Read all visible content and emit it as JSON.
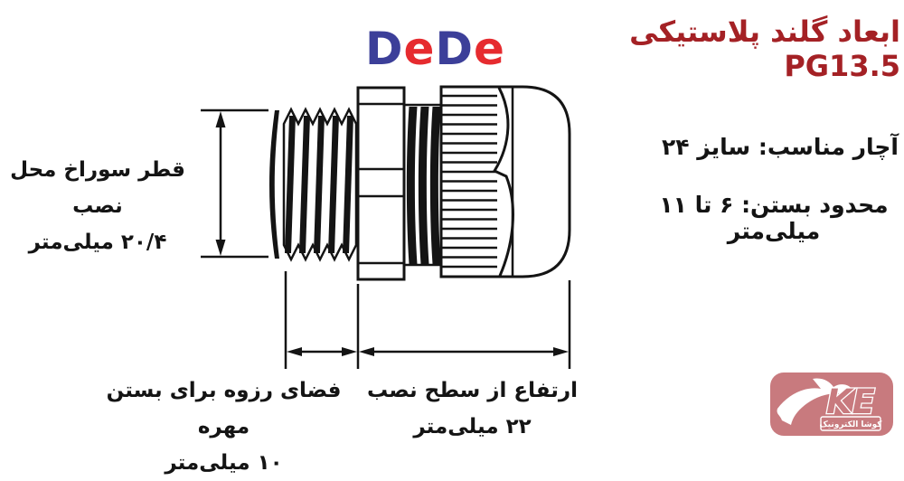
{
  "title": {
    "text": "ابعاد گلند پلاستیکی PG13.5",
    "color": "#a42125"
  },
  "brand": {
    "name": "DeDe",
    "letters": [
      {
        "char": "D",
        "color": "#3c3f99"
      },
      {
        "char": "e",
        "color": "#e62b2f"
      },
      {
        "char": "D",
        "color": "#3c3f99"
      },
      {
        "char": "e",
        "color": "#e62b2f"
      }
    ]
  },
  "annotations": {
    "hole_diameter": {
      "line1": "قطر سوراخ محل نصب",
      "line2": "۲۰/۴ میلی‌متر"
    },
    "wrench_size": "آچار مناسب: سایز ۲۴",
    "clamping_range": "محدود بستن: ۶ تا ۱۱ میلی‌متر",
    "thread_space": {
      "line1": "فضای رزوه برای بستن مهره",
      "line2": "۱۰ میلی‌متر"
    },
    "install_height": {
      "line1": "ارتفاع از سطح نصب",
      "line2": "۲۲ میلی‌متر"
    }
  },
  "watermark": {
    "logo_text": "KE",
    "subtext": "کوشا الکترونیک",
    "badge_color": "#c87a7e"
  },
  "drawing": {
    "line_color": "#141414"
  }
}
